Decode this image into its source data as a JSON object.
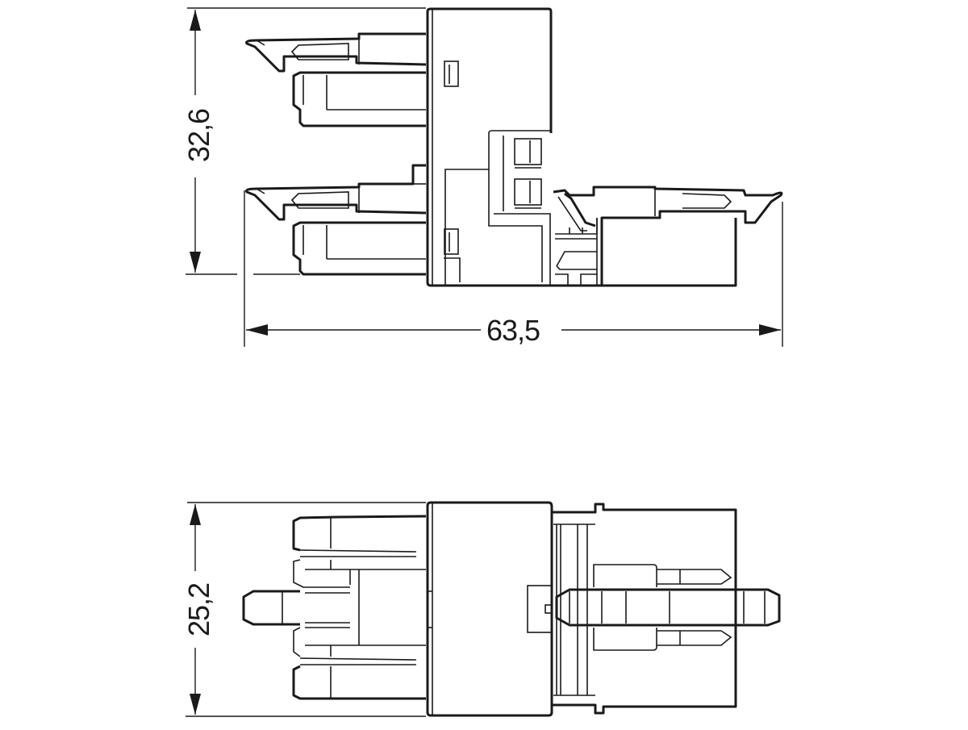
{
  "drawing": {
    "type": "technical-dimension-drawing",
    "subject": "connector T-distributor (side view and top view)",
    "units": "mm",
    "line_color": "#1a1a1a",
    "background": "#ffffff"
  },
  "views": [
    {
      "name": "side-view",
      "dimensions": {
        "height": {
          "label": "32,6",
          "orientation": "vertical"
        },
        "width": {
          "label": "63,5",
          "orientation": "horizontal"
        }
      }
    },
    {
      "name": "top-view",
      "dimensions": {
        "height": {
          "label": "25,2",
          "orientation": "vertical"
        }
      }
    }
  ]
}
